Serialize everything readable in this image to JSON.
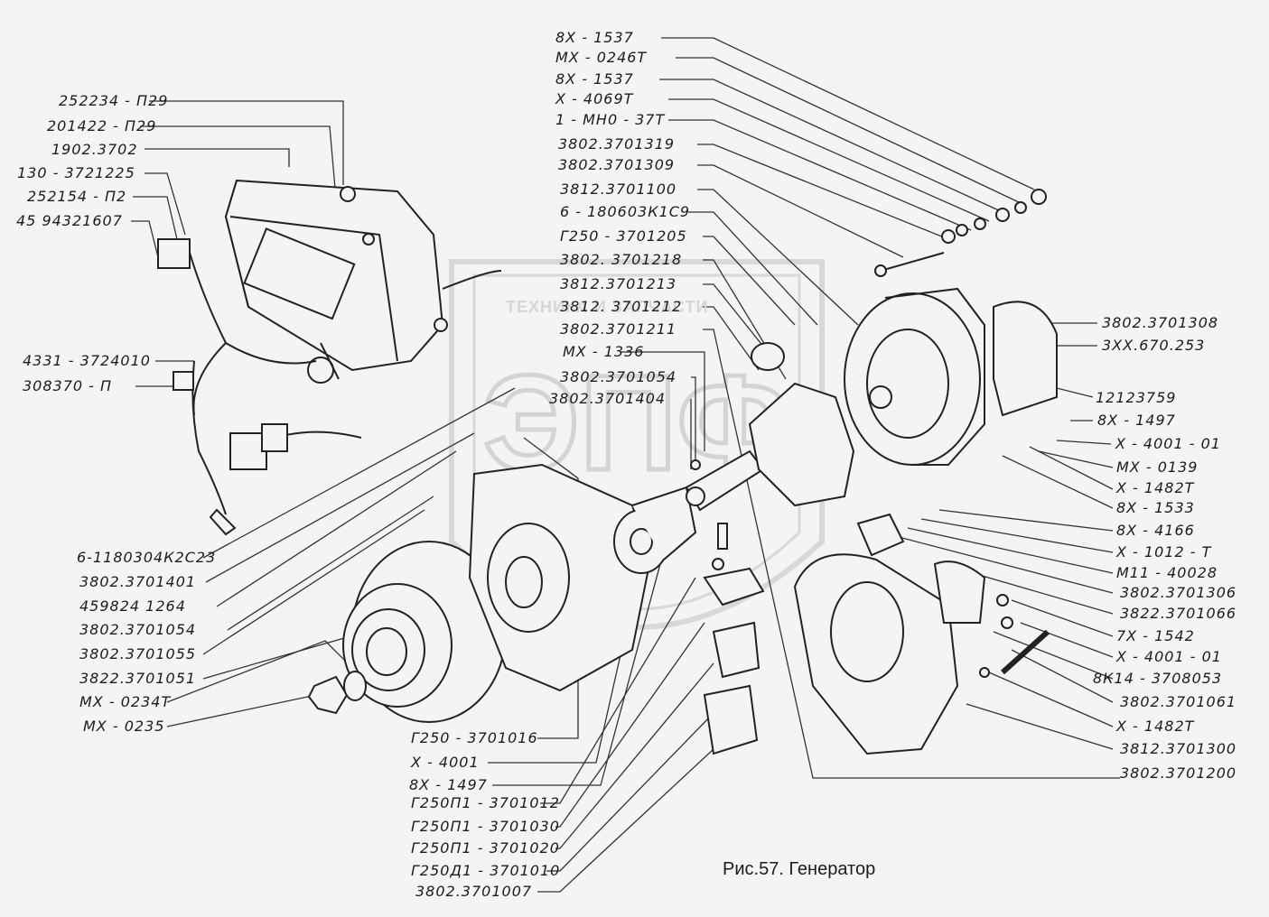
{
  "caption": "Рис.57. Генератор",
  "watermark": {
    "top": "ТЕХНИКА И ЗАПЧАСТИ",
    "logo": "ЭПФ"
  },
  "labels_left_top": [
    "252234 - П29",
    "201422 - П29",
    "1902.3702",
    "130 - 3721225",
    "252154 - П2",
    "45 94321607",
    "4331 - 3724010",
    "308370 - П"
  ],
  "labels_left_bottom": [
    "6-1180304К2С23",
    "3802.3701401",
    "459824 1264",
    "3802.3701054",
    "3802.3701055",
    "3822.3701051",
    "МХ - 0234Т",
    "МХ - 0235"
  ],
  "labels_center_top": [
    "8Х - 1537",
    "МХ - 0246Т",
    "8Х - 1537",
    "Х - 4069Т",
    "1 - МН0 - 37Т",
    "3802.3701319",
    "3802.3701309",
    "3812.3701100",
    "6 - 180603К1С9",
    "Г250 - 3701205",
    "3802. 3701218",
    "3812.3701213",
    "3812. 3701212",
    "3802.3701211",
    "МХ - 1336",
    "3802.3701054",
    "3802.3701404"
  ],
  "labels_center_bottom": [
    "Г250 - 3701016",
    "Х - 4001",
    "8Х - 1497",
    "Г250П1 - 3701012",
    "Г250П1 - 3701030",
    "Г250П1 - 3701020",
    "Г250Д1 - 3701010",
    "3802.3701007"
  ],
  "labels_right": [
    "3802.3701308",
    "3ХХ.670.253",
    "12123759",
    "8Х - 1497",
    "Х - 4001 - 01",
    "МХ - 0139",
    "Х - 1482Т",
    "8Х - 1533",
    "8Х - 4166",
    "Х - 1012 - Т",
    "М11 - 40028",
    "3802.3701306",
    "3822.3701066",
    "7Х - 1542",
    "Х - 4001 - 01",
    "8К14 - 3708053",
    "3802.3701061",
    "Х - 1482Т",
    "3812.3701300",
    "3802.3701200"
  ]
}
